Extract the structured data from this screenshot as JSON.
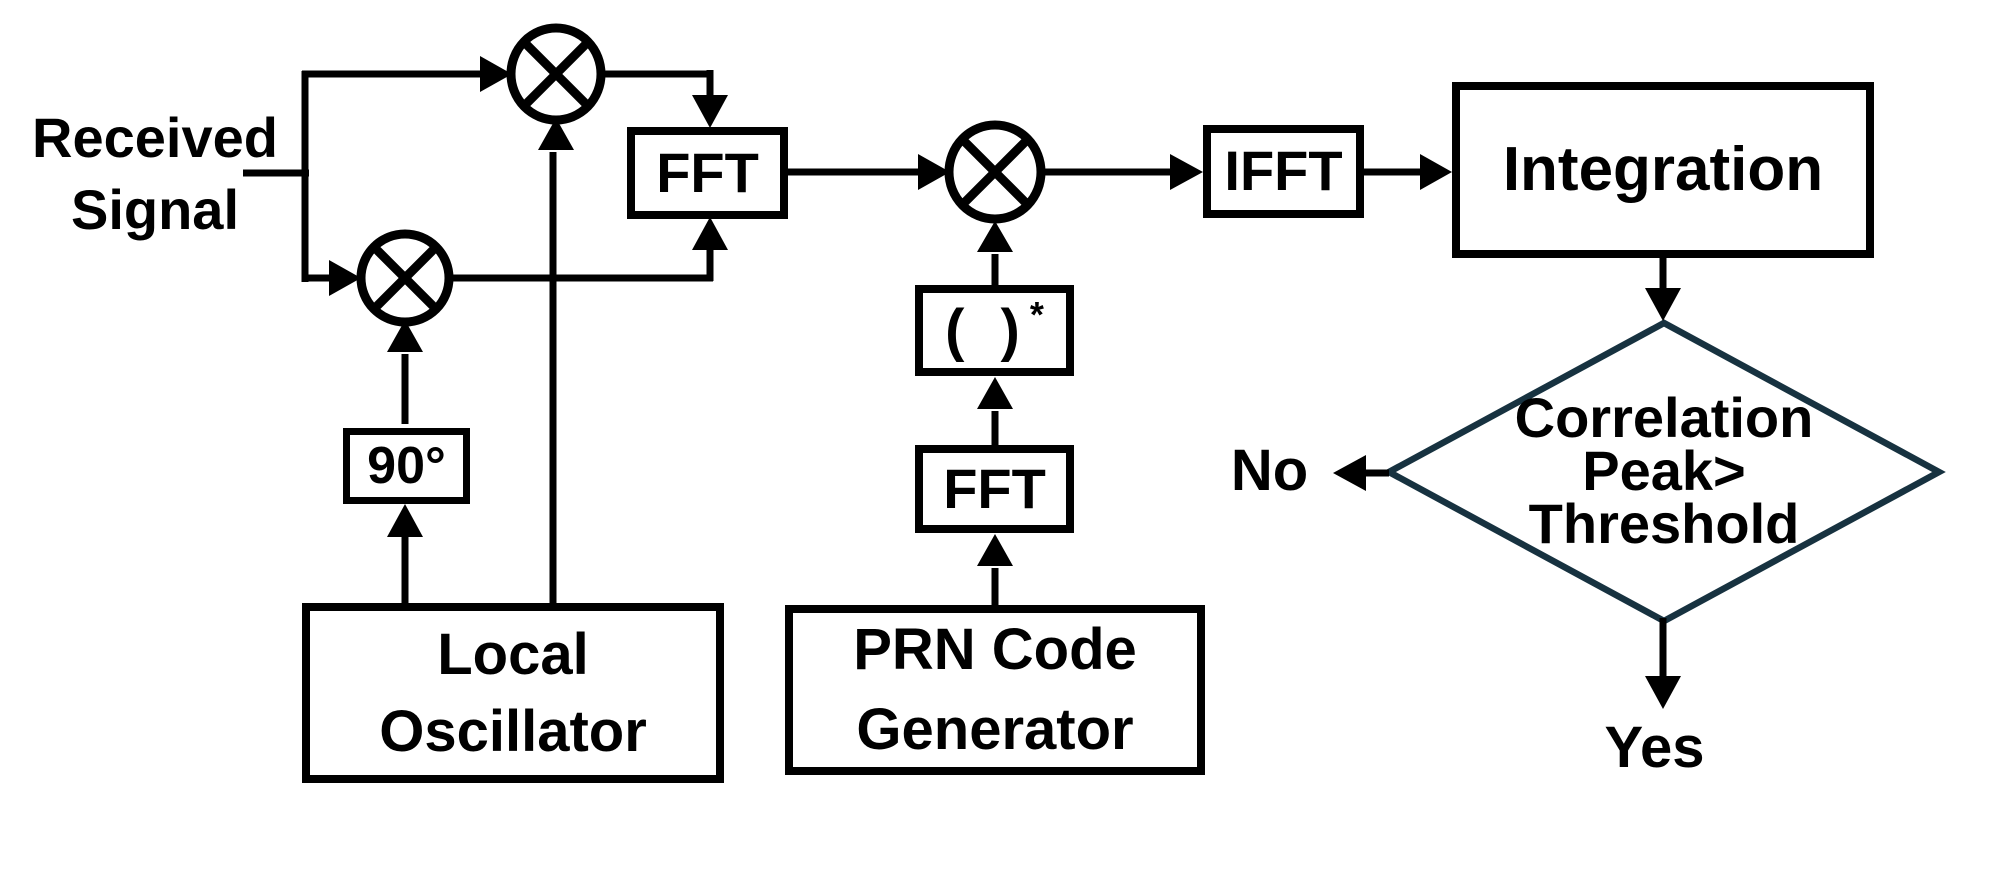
{
  "diagram_type": "block-diagram",
  "labels": {
    "received_line1": "Received",
    "received_line2": "Signal",
    "no": "No",
    "yes": "Yes"
  },
  "blocks": {
    "fft_signal": "FFT",
    "phase_shift": "90°",
    "lo_line1": "Local",
    "lo_line2": "Oscillator",
    "conjugate_base": "( )",
    "conjugate_sup": "*",
    "fft_code": "FFT",
    "prn_line1": "PRN Code",
    "prn_line2": "Generator",
    "ifft": "IFFT",
    "integration": "Integration"
  },
  "decision": {
    "line1": "Correlation",
    "line2": "Peak>",
    "line3": "Threshold"
  },
  "icons": {
    "multiplier": "circle-times-mixer"
  },
  "colors": {
    "line": "#000000",
    "text": "#000000",
    "decision_border": "#173240",
    "background": "#ffffff"
  }
}
